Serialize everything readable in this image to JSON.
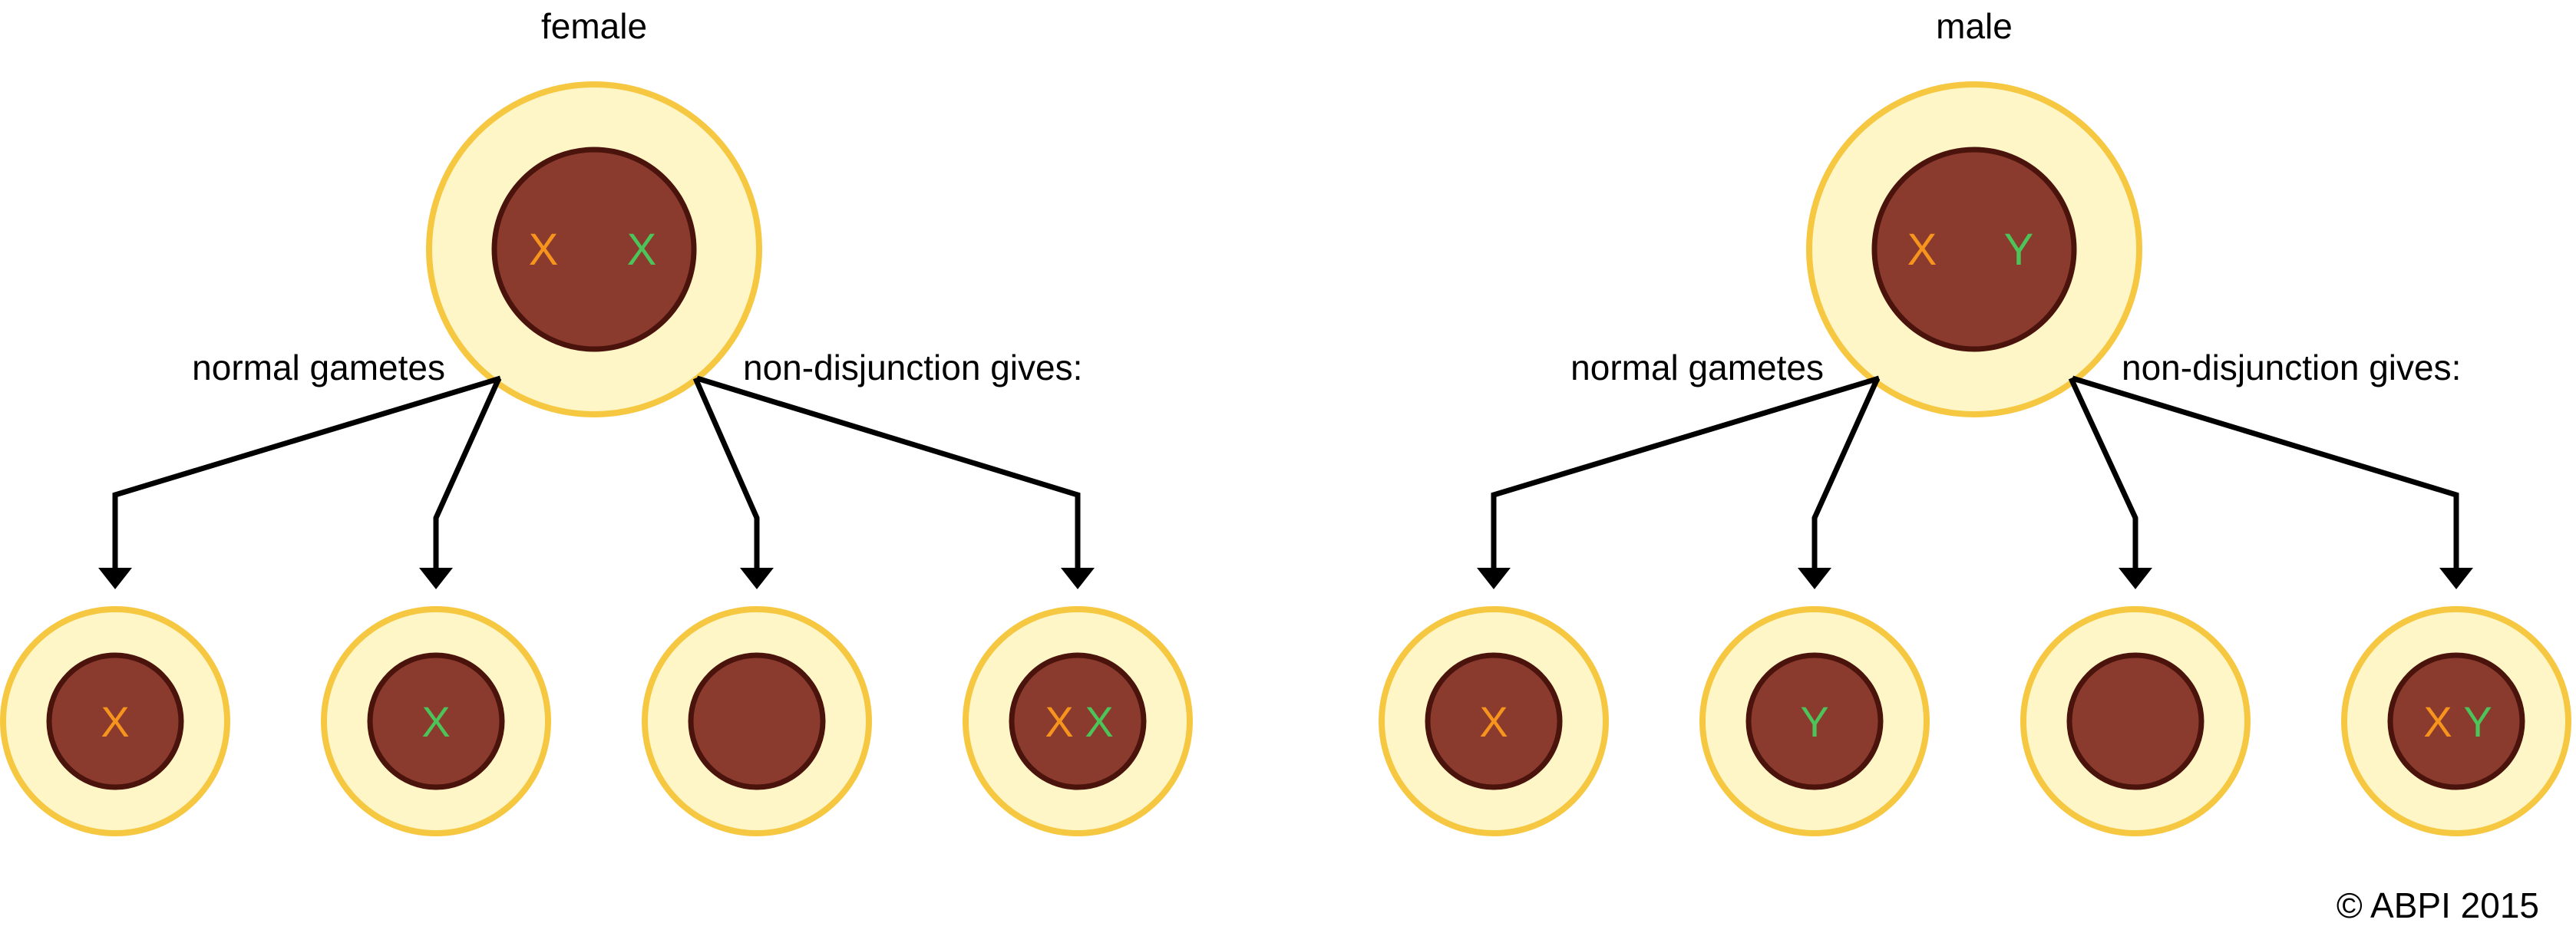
{
  "colors": {
    "cytoplasm_fill": "#FFF6C8",
    "cytoplasm_stroke": "#F6C842",
    "nucleus_fill": "#8A3B2E",
    "nucleus_stroke": "#4A130C",
    "x_chromosome": "#F7941D",
    "second_chromosome": "#4CC45A",
    "arrow": "#000000",
    "text": "#000000"
  },
  "female": {
    "title": "female",
    "parent": {
      "chrom1": "X",
      "chrom2": "X"
    },
    "normal_label": "normal gametes",
    "nondisjunction_label": "non-disjunction gives:",
    "gametes": [
      {
        "chrom1": "X",
        "chrom2": ""
      },
      {
        "chrom1": "",
        "chrom2": "X"
      },
      {
        "chrom1": "",
        "chrom2": ""
      },
      {
        "chrom1": "X",
        "chrom2": "X"
      }
    ]
  },
  "male": {
    "title": "male",
    "parent": {
      "chrom1": "X",
      "chrom2": "Y"
    },
    "normal_label": "normal gametes",
    "nondisjunction_label": "non-disjunction gives:",
    "gametes": [
      {
        "chrom1": "X",
        "chrom2": ""
      },
      {
        "chrom1": "",
        "chrom2": "Y"
      },
      {
        "chrom1": "",
        "chrom2": ""
      },
      {
        "chrom1": "X",
        "chrom2": "Y"
      }
    ]
  },
  "copyright": "© ABPI 2015"
}
